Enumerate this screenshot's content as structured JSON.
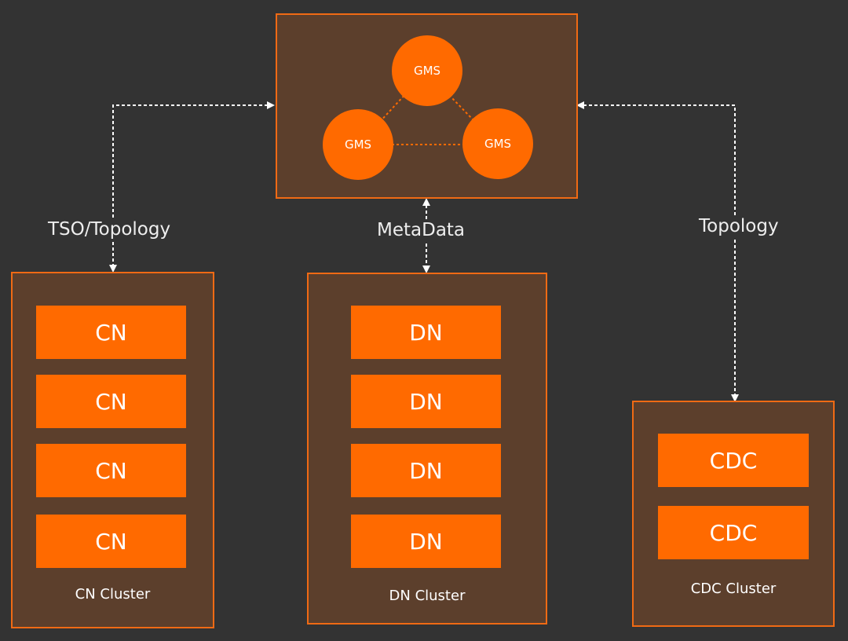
{
  "gms_group": {
    "nodes": [
      "GMS",
      "GMS",
      "GMS"
    ]
  },
  "connections": {
    "left_label": "TSO/Topology",
    "middle_label": "MetaData",
    "right_label": "Topology"
  },
  "cn_cluster": {
    "nodes": [
      "CN",
      "CN",
      "CN",
      "CN"
    ],
    "label": "CN Cluster"
  },
  "dn_cluster": {
    "nodes": [
      "DN",
      "DN",
      "DN",
      "DN"
    ],
    "label": "DN Cluster"
  },
  "cdc_cluster": {
    "nodes": [
      "CDC",
      "CDC"
    ],
    "label": "CDC Cluster"
  },
  "colors": {
    "background": "#333333",
    "box_fill": "#5c3f2c",
    "box_border": "#f06a14",
    "node_fill": "#ff6a00",
    "connector": "#ffffff"
  }
}
